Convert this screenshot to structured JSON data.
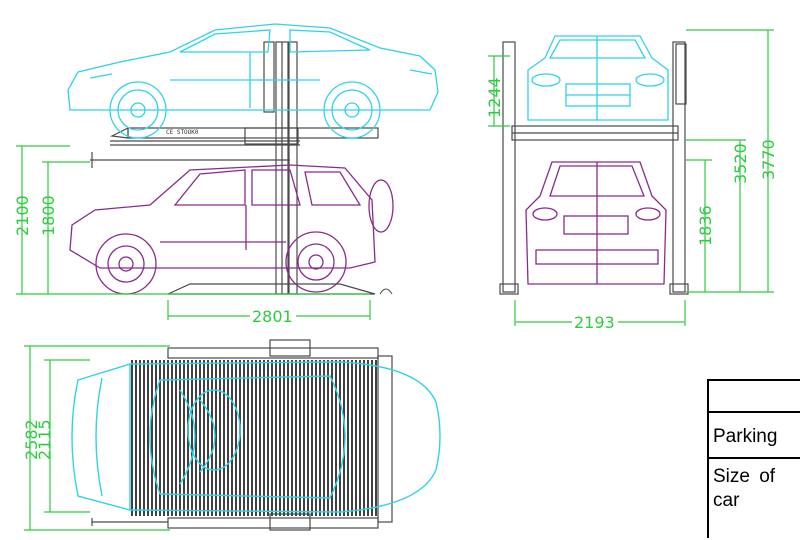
{
  "dimensions": {
    "side_total_height": "2100",
    "side_lower_clearance": "1800",
    "side_length": "2801",
    "front_upper_height": "1244",
    "front_lower_height": "1836",
    "front_mid_height": "3520",
    "front_total_height": "3770",
    "front_width": "2193",
    "top_outer_width": "2582",
    "top_inner_width": "2115"
  },
  "platform_plate_text": "CE  STOOK0",
  "spec_table": {
    "rows": [
      {
        "label": ""
      },
      {
        "label": "Parking"
      },
      {
        "label": "Size  of car"
      }
    ]
  },
  "colors": {
    "upper_car": "#2fd3e6",
    "lower_car": "#8a2b8a",
    "dimension": "#2ecc40",
    "frame": "#4a4a4a",
    "deck": "#111111"
  }
}
